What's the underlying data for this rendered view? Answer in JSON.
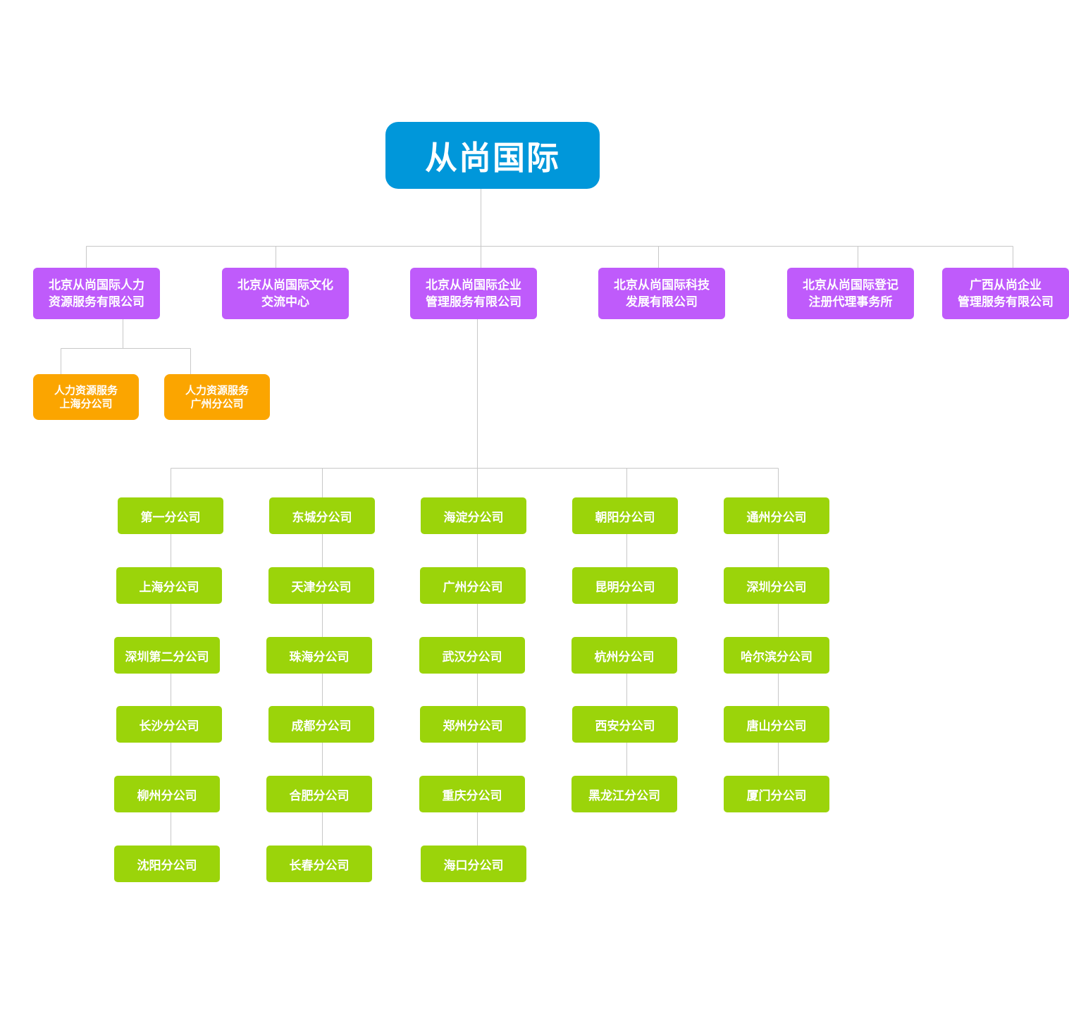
{
  "root": {
    "label": "从尚国际"
  },
  "subsidiaries": [
    {
      "line1": "北京从尚国际人力",
      "line2": "资源服务有限公司"
    },
    {
      "line1": "北京从尚国际文化",
      "line2": "交流中心"
    },
    {
      "line1": "北京从尚国际企业",
      "line2": "管理服务有限公司"
    },
    {
      "line1": "北京从尚国际科技",
      "line2": "发展有限公司"
    },
    {
      "line1": "北京从尚国际登记",
      "line2": "注册代理事务所"
    },
    {
      "line1": "广西从尚企业",
      "line2": "管理服务有限公司"
    }
  ],
  "hr_branches": [
    {
      "line1": "人力资源服务",
      "line2": "上海分公司"
    },
    {
      "line1": "人力资源服务",
      "line2": "广州分公司"
    }
  ],
  "branch_columns": [
    [
      "第一分公司",
      "上海分公司",
      "深圳第二分公司",
      "长沙分公司",
      "柳州分公司",
      "沈阳分公司"
    ],
    [
      "东城分公司",
      "天津分公司",
      "珠海分公司",
      "成都分公司",
      "合肥分公司",
      "长春分公司"
    ],
    [
      "海淀分公司",
      "广州分公司",
      "武汉分公司",
      "郑州分公司",
      "重庆分公司",
      "海口分公司"
    ],
    [
      "朝阳分公司",
      "昆明分公司",
      "杭州分公司",
      "西安分公司",
      "黑龙江分公司"
    ],
    [
      "通州分公司",
      "深圳分公司",
      "哈尔滨分公司",
      "唐山分公司",
      "厦门分公司"
    ]
  ],
  "colors": {
    "root": "#0097da",
    "subsidiary": "#bf5bfb",
    "hr_branch": "#fba500",
    "branch": "#9bd40a",
    "connector": "#c8c8c8"
  }
}
